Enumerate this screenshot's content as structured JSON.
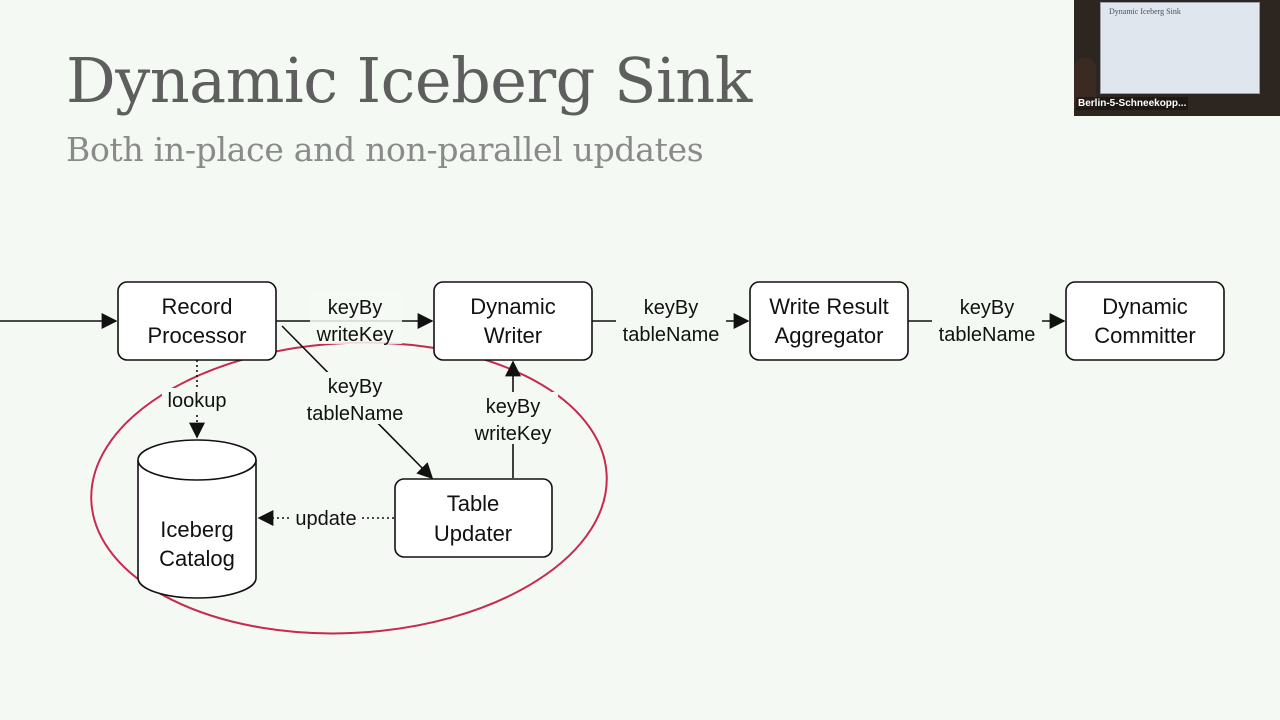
{
  "slide": {
    "title": "Dynamic Iceberg Sink",
    "subtitle": "Both in-place and non-parallel updates"
  },
  "nodes": {
    "record_processor": [
      "Record",
      "Processor"
    ],
    "dynamic_writer": [
      "Dynamic",
      "Writer"
    ],
    "write_result_aggregator": [
      "Write Result",
      "Aggregator"
    ],
    "dynamic_committer": [
      "Dynamic",
      "Committer"
    ],
    "table_updater": [
      "Table",
      "Updater"
    ],
    "iceberg_catalog": [
      "Iceberg",
      "Catalog"
    ]
  },
  "edges": {
    "processor_to_writer": [
      "keyBy",
      "writeKey"
    ],
    "writer_to_aggregator": [
      "keyBy",
      "tableName"
    ],
    "aggregator_to_committer": [
      "keyBy",
      "tableName"
    ],
    "processor_to_updater": [
      "keyBy",
      "tableName"
    ],
    "updater_to_writer": [
      "keyBy",
      "writeKey"
    ],
    "processor_to_catalog": "lookup",
    "updater_to_catalog": "update"
  },
  "colors": {
    "highlight": "#c8294f",
    "stroke": "#111111",
    "background": "#f4faf3"
  },
  "video": {
    "participant": "Berlin-5-Schneekopp...",
    "screen_title": "Dynamic Iceberg Sink"
  }
}
